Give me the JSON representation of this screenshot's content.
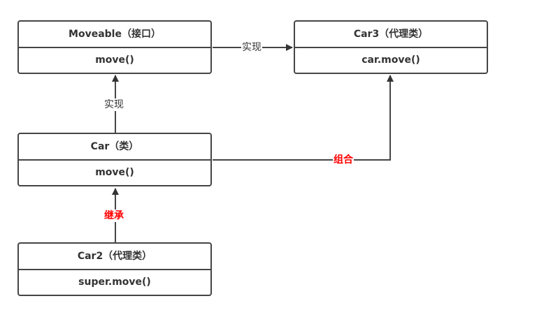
{
  "diagram": {
    "classes": {
      "moveable": {
        "title": "Moveable（接口）",
        "method": "move()"
      },
      "car3": {
        "title": "Car3（代理类）",
        "method": "car.move()"
      },
      "car": {
        "title": "Car（类）",
        "method": "move()"
      },
      "car2": {
        "title": "Car2（代理类）",
        "method": "super.move()"
      }
    },
    "relations": {
      "moveable_to_car3": {
        "label": "实现",
        "color": "#333333"
      },
      "car_to_moveable": {
        "label": "实现",
        "color": "#333333"
      },
      "car_to_car3": {
        "label": "组合",
        "color": "#ff0000"
      },
      "car2_to_car": {
        "label": "继承",
        "color": "#ff0000"
      }
    },
    "colors": {
      "line": "#454545",
      "text": "#333333",
      "highlight": "#ff0000"
    }
  }
}
